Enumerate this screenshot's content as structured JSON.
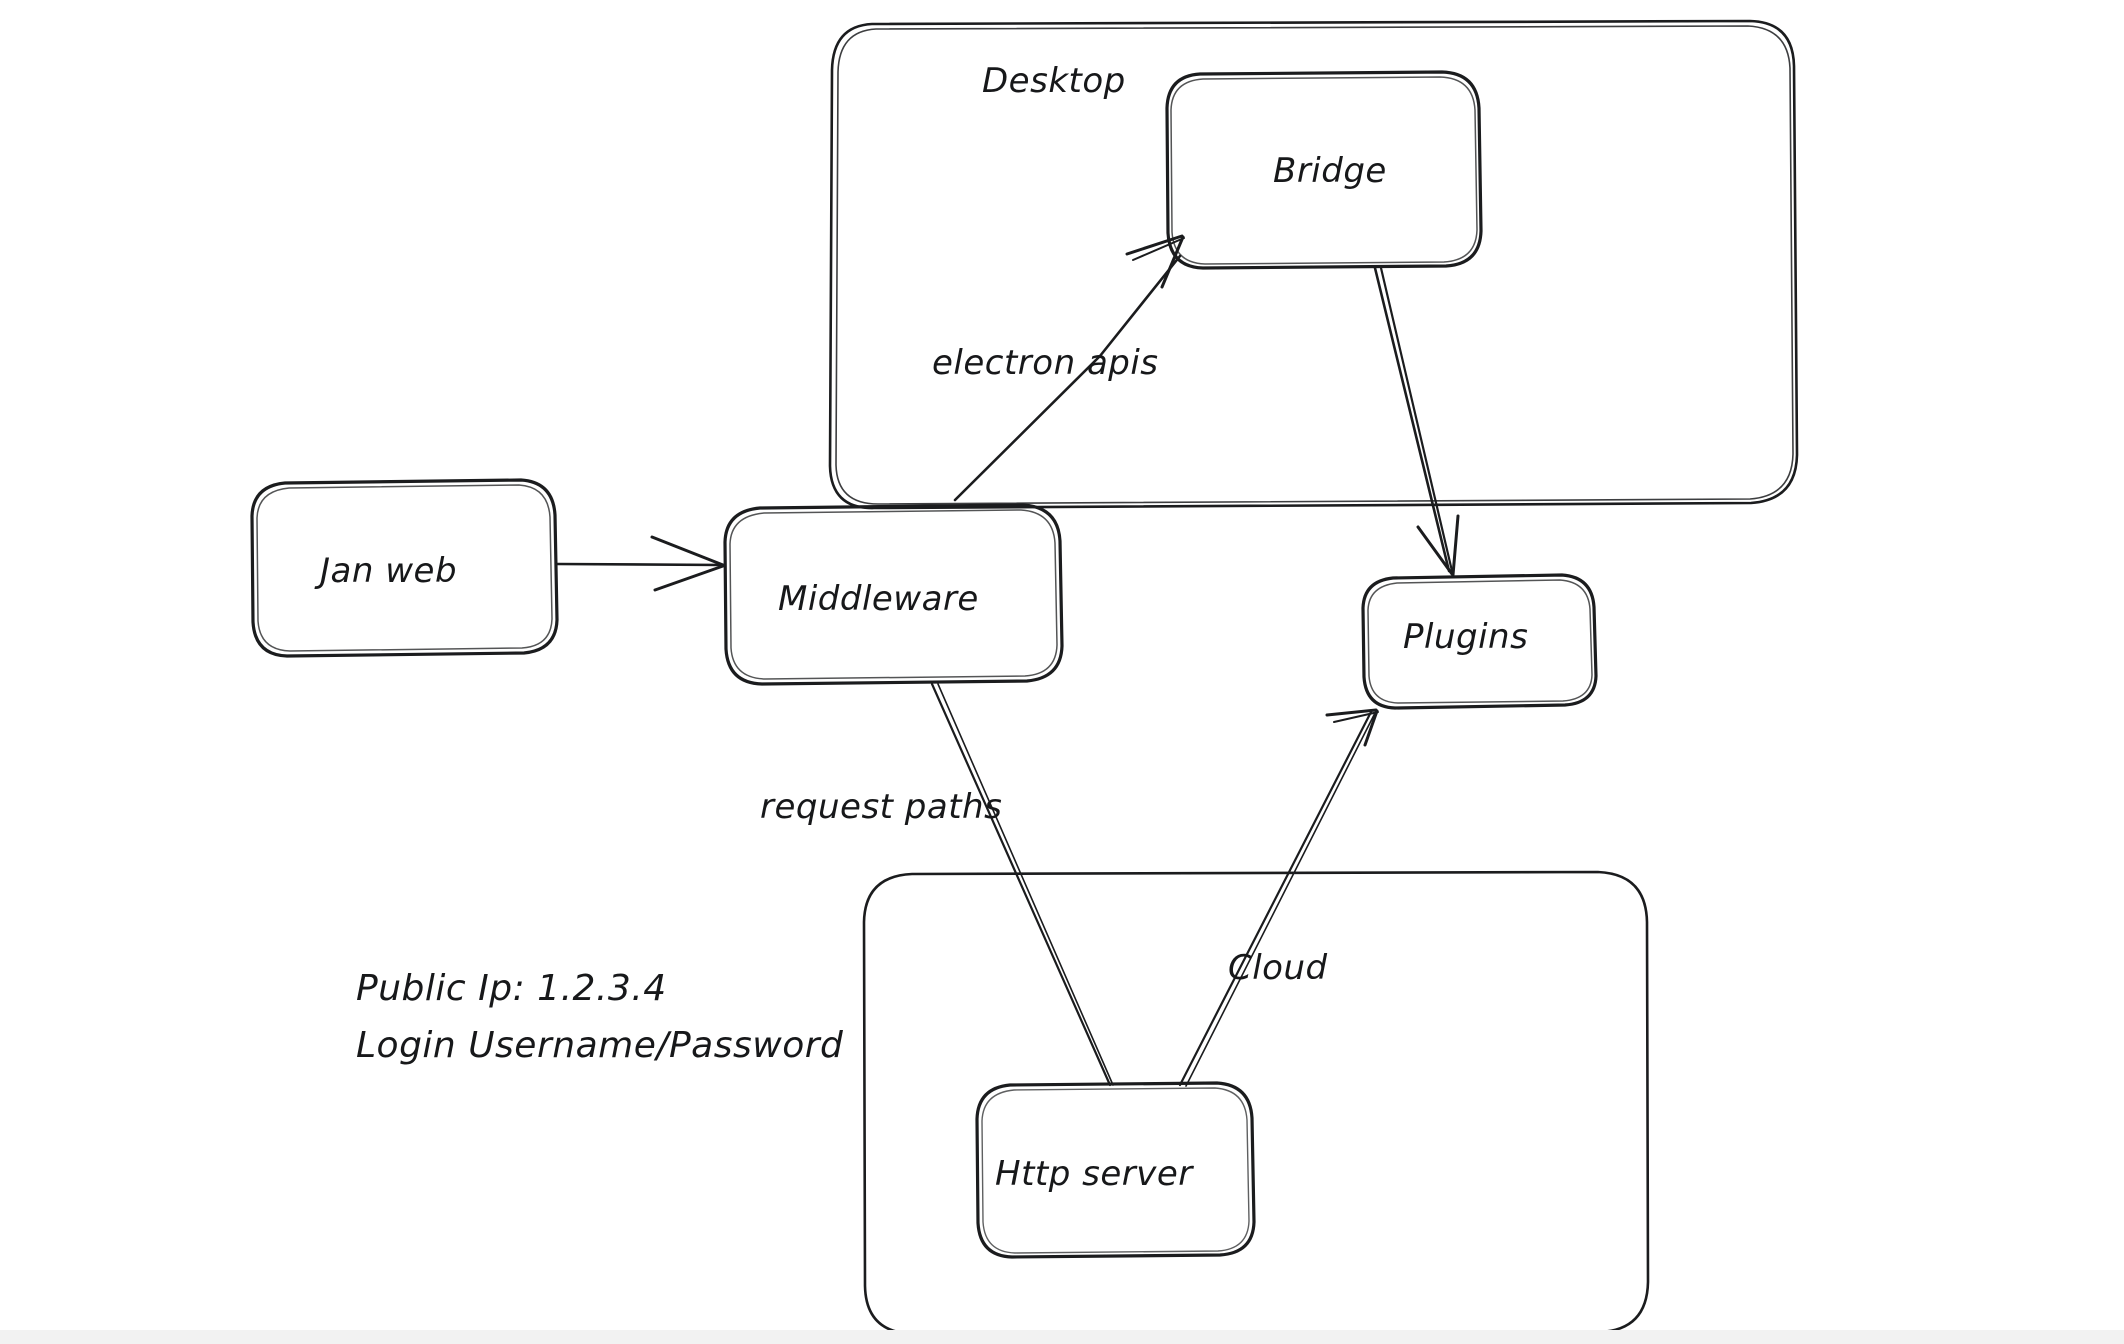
{
  "diagram": {
    "title": "Jan architecture diagram",
    "background_color": "#ffffff",
    "stroke_color": "#1b1c1e",
    "groups": [
      {
        "id": "desktop",
        "label": "Desktop"
      },
      {
        "id": "cloud",
        "label": ""
      }
    ],
    "nodes": [
      {
        "id": "jan-web",
        "label": "Jan web"
      },
      {
        "id": "middleware",
        "label": "Middleware"
      },
      {
        "id": "bridge",
        "label": "Bridge"
      },
      {
        "id": "plugins",
        "label": "Plugins"
      },
      {
        "id": "http-server",
        "label": "Http server"
      }
    ],
    "edges": [
      {
        "id": "web-to-middleware",
        "from": "jan-web",
        "to": "middleware",
        "label": ""
      },
      {
        "id": "middleware-to-bridge",
        "from": "middleware",
        "to": "bridge",
        "label": "electron apis"
      },
      {
        "id": "bridge-to-plugins",
        "from": "bridge",
        "to": "plugins",
        "label": ""
      },
      {
        "id": "middleware-to-http",
        "from": "middleware",
        "to": "http-server",
        "label": "request paths"
      },
      {
        "id": "http-to-plugins",
        "from": "http-server",
        "to": "plugins",
        "label": "Cloud"
      }
    ],
    "notes": {
      "line1": "Public Ip: 1.2.3.4",
      "line2": "Login Username/Password"
    }
  }
}
